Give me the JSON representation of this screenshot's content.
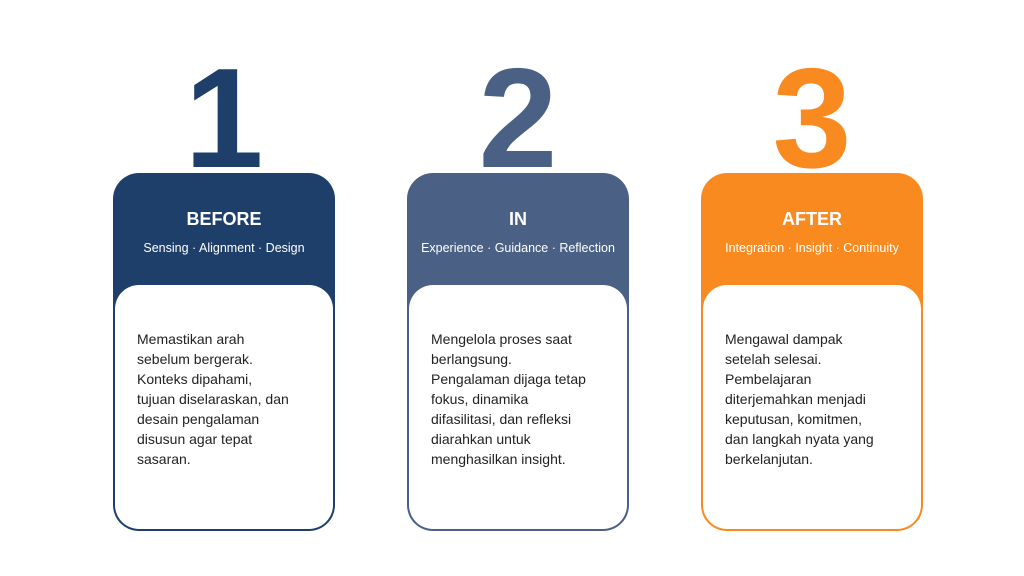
{
  "steps": [
    {
      "number": "1",
      "title": "BEFORE",
      "subtitle": "Sensing · Alignment · Design",
      "color": "#1f3f6b",
      "lines": [
        "Memastikan arah",
        "sebelum bergerak.",
        "Konteks dipahami,",
        "tujuan diselaraskan, dan",
        "desain pengalaman",
        "disusun agar tepat",
        "sasaran."
      ]
    },
    {
      "number": "2",
      "title": "IN",
      "subtitle": "Experience · Guidance · Reflection",
      "color": "#4a6185",
      "lines": [
        "Mengelola proses saat",
        "berlangsung.",
        "Pengalaman dijaga tetap",
        "fokus, dinamika",
        "difasilitasi, dan refleksi",
        "diarahkan untuk",
        "menghasilkan insight."
      ]
    },
    {
      "number": "3",
      "title": "AFTER",
      "subtitle": "Integration · Insight · Continuity",
      "color": "#f98a20",
      "lines": [
        "Mengawal dampak",
        "setelah selesai.",
        "Pembelajaran",
        "diterjemahkan menjadi",
        "keputusan, komitmen,",
        "dan langkah nyata yang",
        "berkelanjutan."
      ]
    }
  ]
}
